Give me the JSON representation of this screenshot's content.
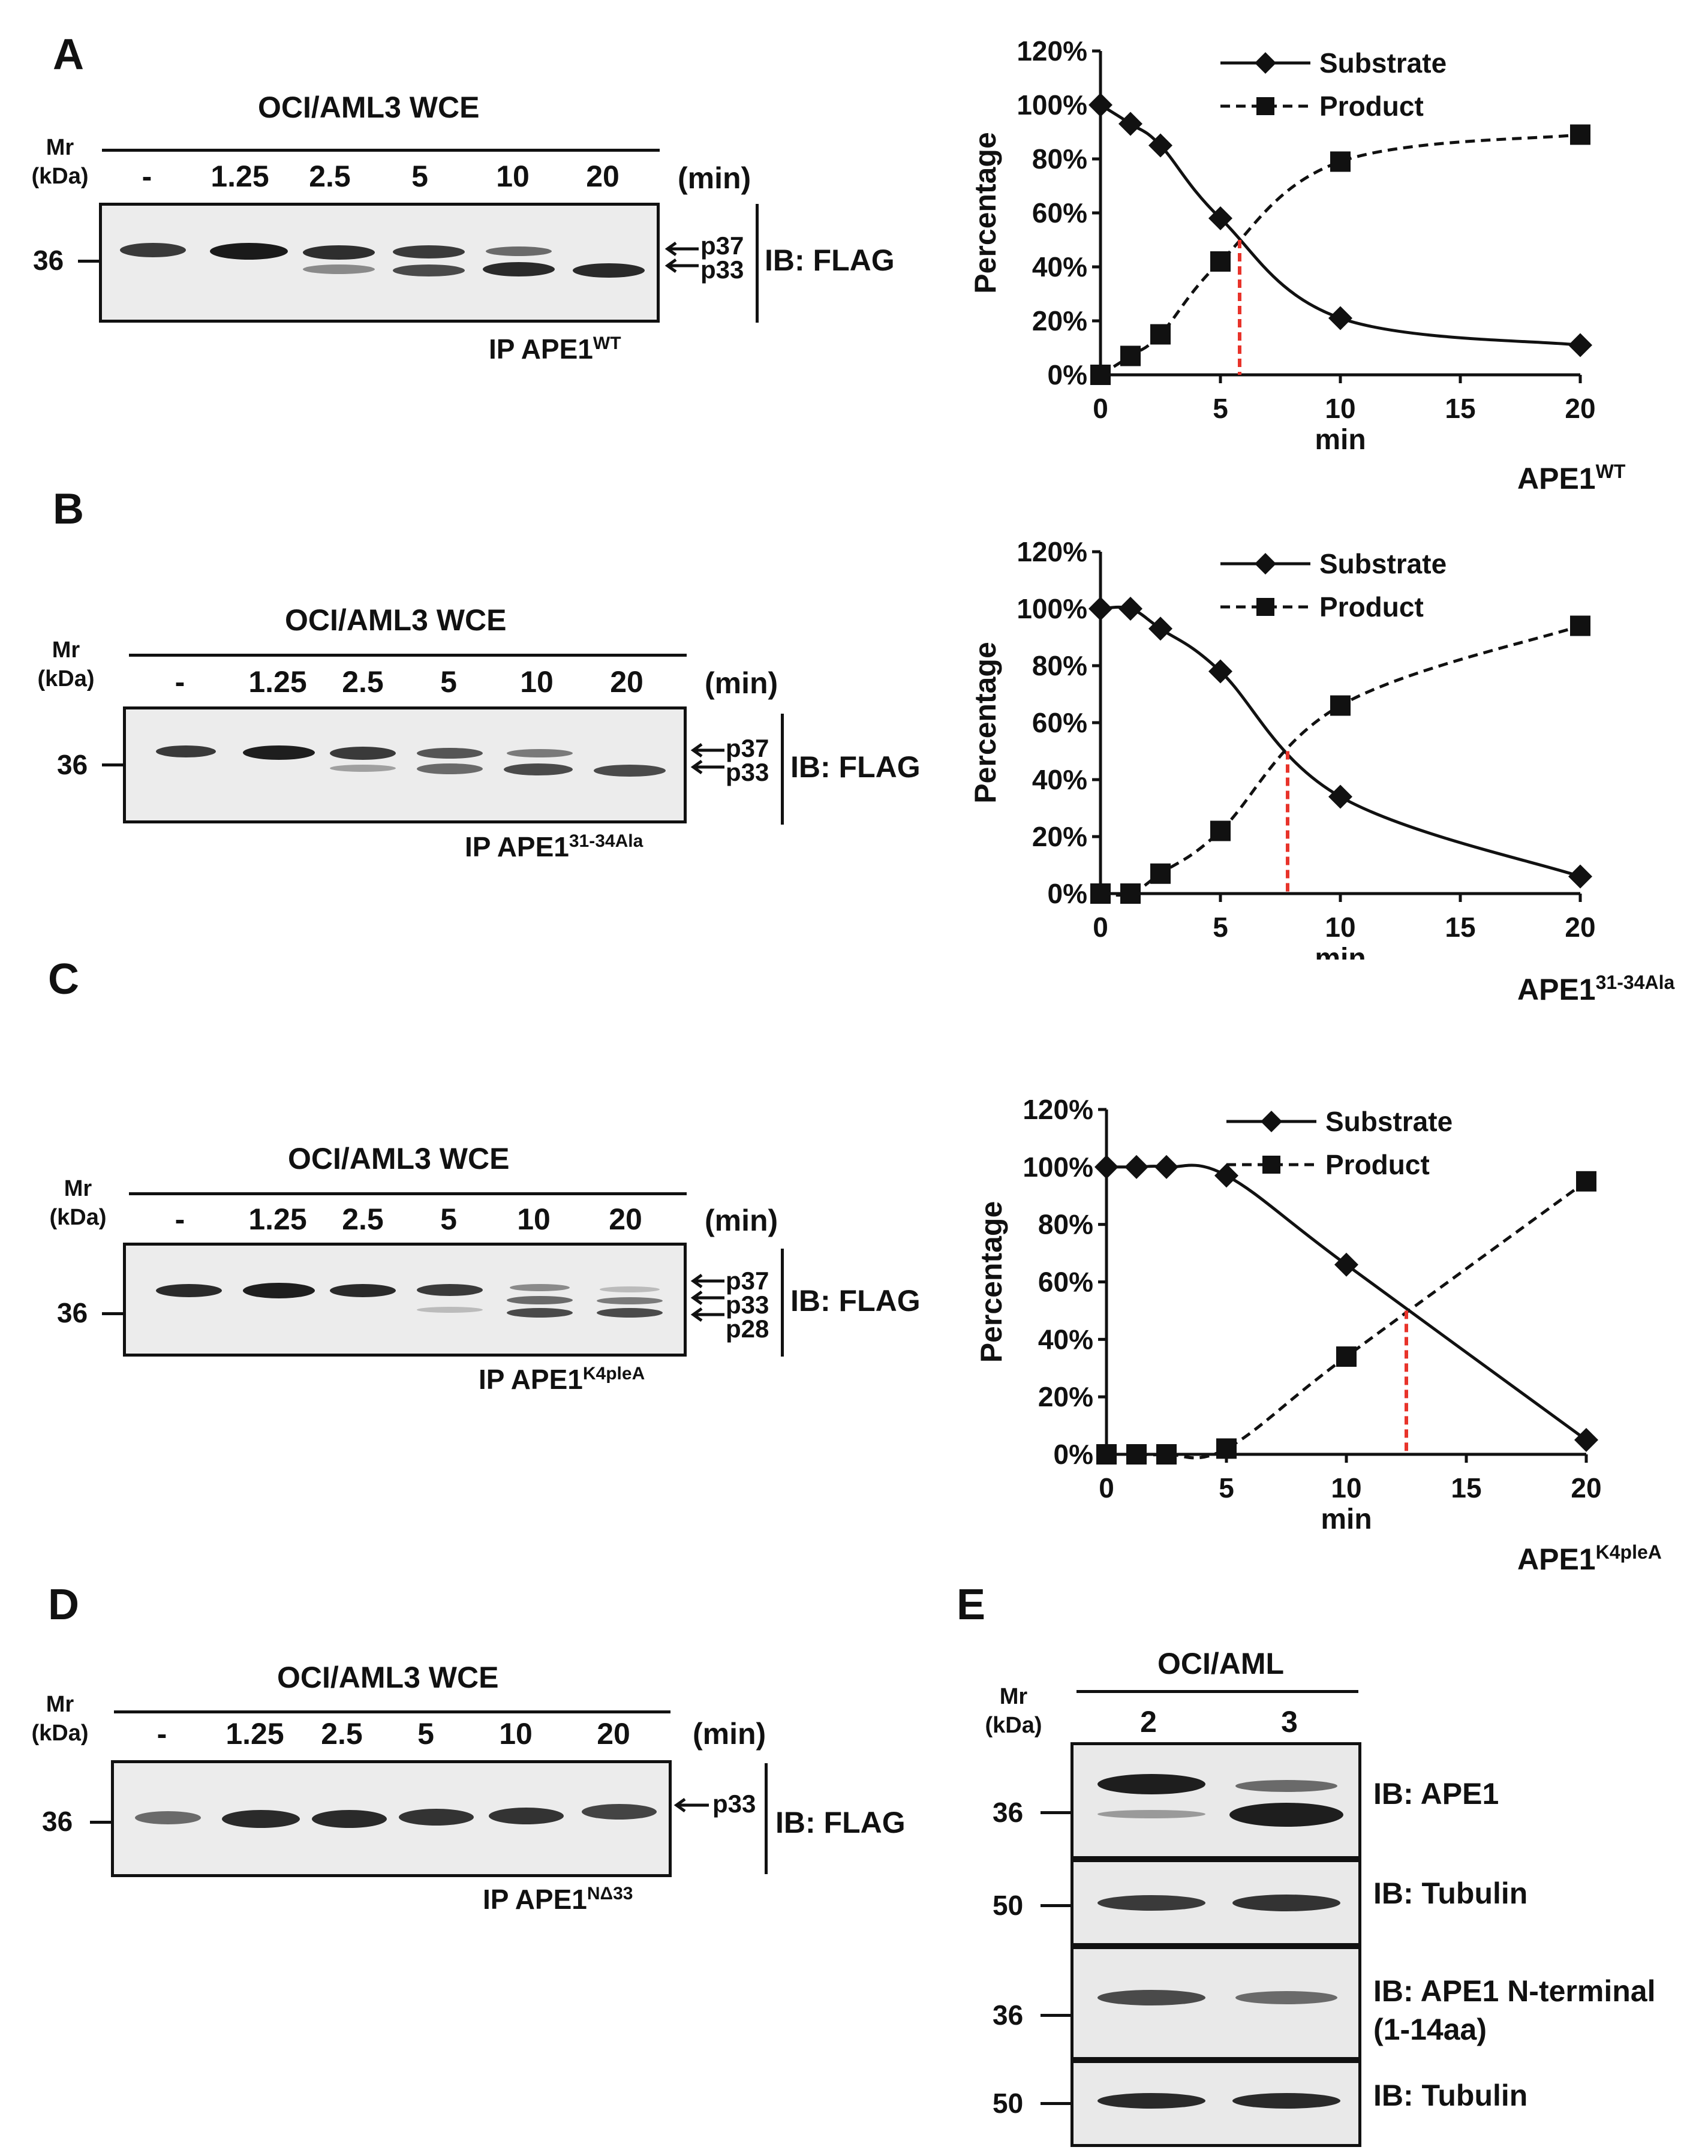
{
  "panels": {
    "A": {
      "letter": "A",
      "title": "OCI/AML3 WCE",
      "mr_label": "Mr\n(kDa)",
      "lanes": [
        "-",
        "1.25",
        "2.5",
        "5",
        "10",
        "20"
      ],
      "time_unit": "(min)",
      "marker": "36",
      "band_labels": [
        "p37",
        "p33"
      ],
      "ib_label": "IB: FLAG",
      "ip_label": "IP APE1",
      "ip_sup": "WT",
      "chart_caption": "APE1",
      "chart_caption_sup": "WT"
    },
    "B": {
      "letter": "B",
      "title": "OCI/AML3 WCE",
      "mr_label": "Mr\n(kDa)",
      "lanes": [
        "-",
        "1.25",
        "2.5",
        "5",
        "10",
        "20"
      ],
      "time_unit": "(min)",
      "marker": "36",
      "band_labels": [
        "p37",
        "p33"
      ],
      "ib_label": "IB: FLAG",
      "ip_label": "IP APE1",
      "ip_sup": "31-34Ala",
      "chart_caption": "APE1",
      "chart_caption_sup": "31-34Ala"
    },
    "C": {
      "letter": "C",
      "title": "OCI/AML3 WCE",
      "mr_label": "Mr\n(kDa)",
      "lanes": [
        "-",
        "1.25",
        "2.5",
        "5",
        "10",
        "20"
      ],
      "time_unit": "(min)",
      "marker": "36",
      "band_labels": [
        "p37",
        "p33",
        "p28"
      ],
      "ib_label": "IB: FLAG",
      "ip_label": "IP APE1",
      "ip_sup": "K4pleA",
      "chart_caption": "APE1",
      "chart_caption_sup": "K4pleA"
    },
    "D": {
      "letter": "D",
      "title": "OCI/AML3 WCE",
      "mr_label": "Mr\n(kDa)",
      "lanes": [
        "-",
        "1.25",
        "2.5",
        "5",
        "10",
        "20"
      ],
      "time_unit": "(min)",
      "marker": "36",
      "band_labels": [
        "p33"
      ],
      "ib_label": "IB: FLAG",
      "ip_label": "IP APE1",
      "ip_sup": "NΔ33"
    },
    "E": {
      "letter": "E",
      "title": "OCI/AML",
      "mr_label": "Mr\n(kDa)",
      "lanes": [
        "2",
        "3"
      ],
      "blots": [
        {
          "marker": "36",
          "ib_label": "IB: APE1"
        },
        {
          "marker": "50",
          "ib_label": "IB: Tubulin"
        },
        {
          "marker": "36",
          "ib_label": "IB: APE1 N-terminal\n(1-14aa)"
        },
        {
          "marker": "50",
          "ib_label": "IB: Tubulin"
        }
      ]
    }
  },
  "chart_data": [
    {
      "type": "line",
      "panel": "A",
      "xlabel": "min",
      "ylabel": "Percentage",
      "ylim": [
        0,
        120
      ],
      "xlim": [
        0,
        20
      ],
      "x_ticks": [
        0,
        5,
        10,
        15,
        20
      ],
      "y_ticks": [
        "0%",
        "20%",
        "40%",
        "60%",
        "80%",
        "100%",
        "120%"
      ],
      "legend_position": "top-right",
      "series": [
        {
          "name": "Substrate",
          "marker": "diamond",
          "line": "solid",
          "x": [
            0,
            1.25,
            2.5,
            5,
            10,
            20
          ],
          "y": [
            100,
            93,
            85,
            58,
            21,
            11
          ]
        },
        {
          "name": "Product",
          "marker": "square",
          "line": "dashed",
          "x": [
            0,
            1.25,
            2.5,
            5,
            10,
            20
          ],
          "y": [
            0,
            7,
            15,
            42,
            79,
            89
          ]
        }
      ],
      "crossover_x": 5.8,
      "crossover_y": 50,
      "crossover_color": "#e8332a"
    },
    {
      "type": "line",
      "panel": "B",
      "xlabel": "min",
      "ylabel": "Percentage",
      "ylim": [
        0,
        120
      ],
      "xlim": [
        0,
        20
      ],
      "x_ticks": [
        0,
        5,
        10,
        15,
        20
      ],
      "y_ticks": [
        "0%",
        "20%",
        "40%",
        "60%",
        "80%",
        "100%",
        "120%"
      ],
      "legend_position": "top-right",
      "series": [
        {
          "name": "Substrate",
          "marker": "diamond",
          "line": "solid",
          "x": [
            0,
            1.25,
            2.5,
            5,
            10,
            20
          ],
          "y": [
            100,
            100,
            93,
            78,
            34,
            6
          ]
        },
        {
          "name": "Product",
          "marker": "square",
          "line": "dashed",
          "x": [
            0,
            1.25,
            2.5,
            5,
            10,
            20
          ],
          "y": [
            0,
            0,
            7,
            22,
            66,
            94
          ]
        }
      ],
      "crossover_x": 7.8,
      "crossover_y": 50,
      "crossover_color": "#e8332a"
    },
    {
      "type": "line",
      "panel": "C",
      "xlabel": "min",
      "ylabel": "Percentage",
      "ylim": [
        0,
        120
      ],
      "xlim": [
        0,
        20
      ],
      "x_ticks": [
        0,
        5,
        10,
        15,
        20
      ],
      "y_ticks": [
        "0%",
        "20%",
        "40%",
        "60%",
        "80%",
        "100%",
        "120%"
      ],
      "legend_position": "top-right",
      "series": [
        {
          "name": "Substrate",
          "marker": "diamond",
          "line": "solid",
          "x": [
            0,
            1.25,
            2.5,
            5,
            10,
            20
          ],
          "y": [
            100,
            100,
            100,
            97,
            66,
            5
          ]
        },
        {
          "name": "Product",
          "marker": "square",
          "line": "dashed",
          "x": [
            0,
            1.25,
            2.5,
            5,
            10,
            20
          ],
          "y": [
            0,
            0,
            0,
            2,
            34,
            95
          ]
        }
      ],
      "crossover_x": 12.5,
      "crossover_y": 50,
      "crossover_color": "#e8332a"
    }
  ]
}
